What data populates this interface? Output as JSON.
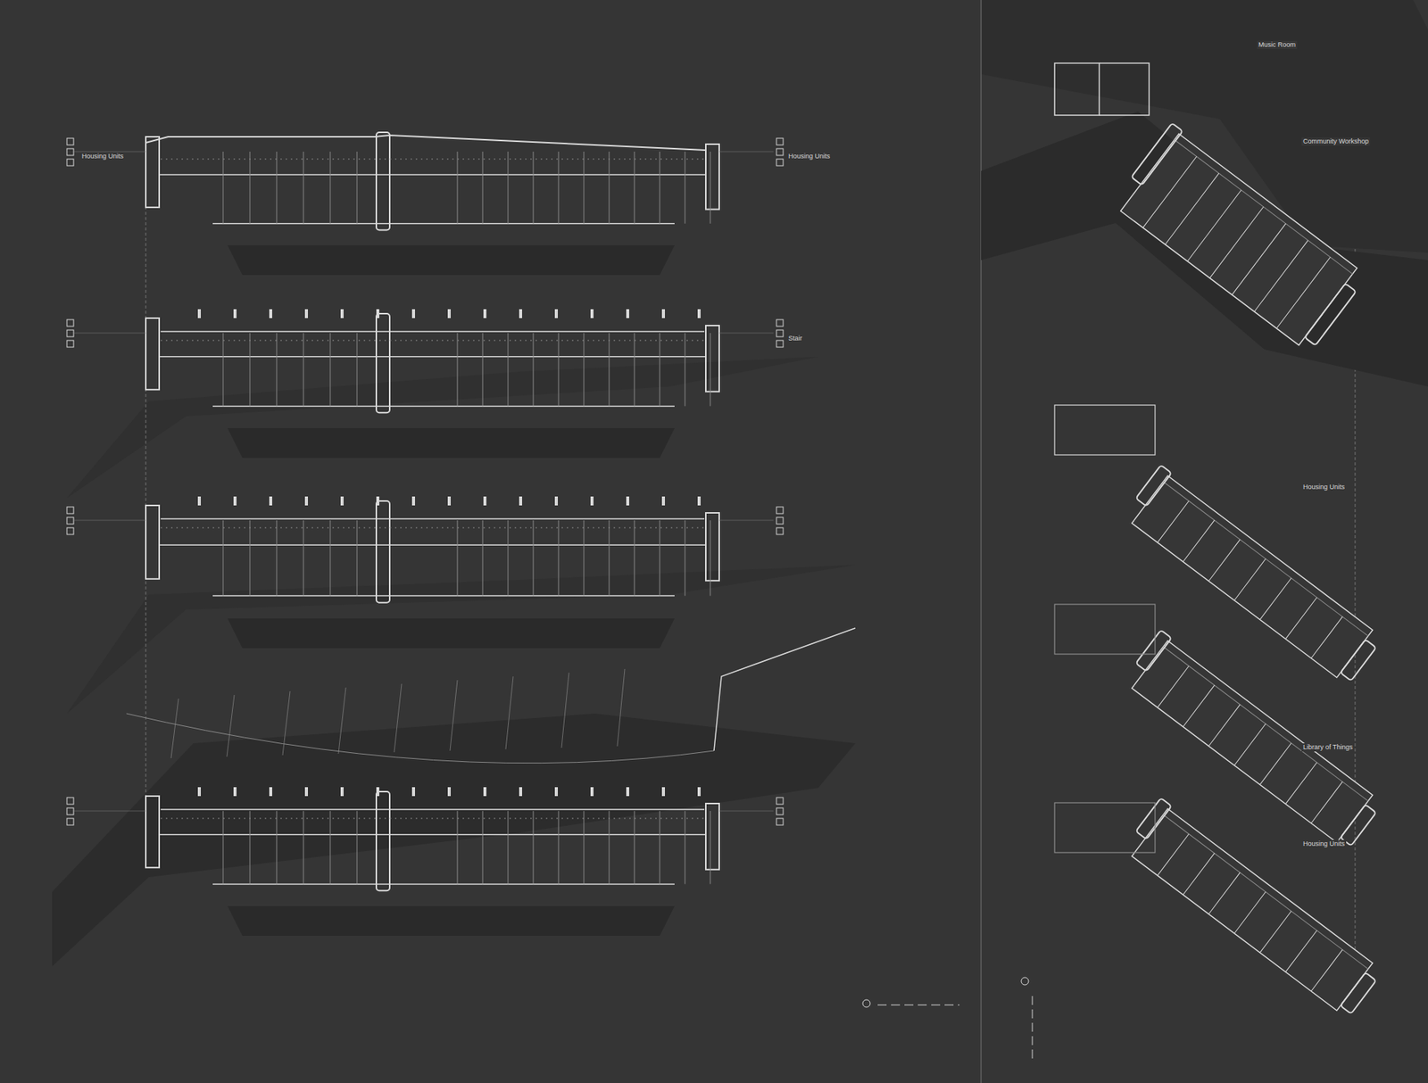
{
  "diagram": {
    "labels": [
      "Housing Units",
      "Housing Units",
      "Stair",
      "Music Room",
      "Community Workshop",
      "Housing Units",
      "Library of Things",
      "Housing Units"
    ]
  }
}
